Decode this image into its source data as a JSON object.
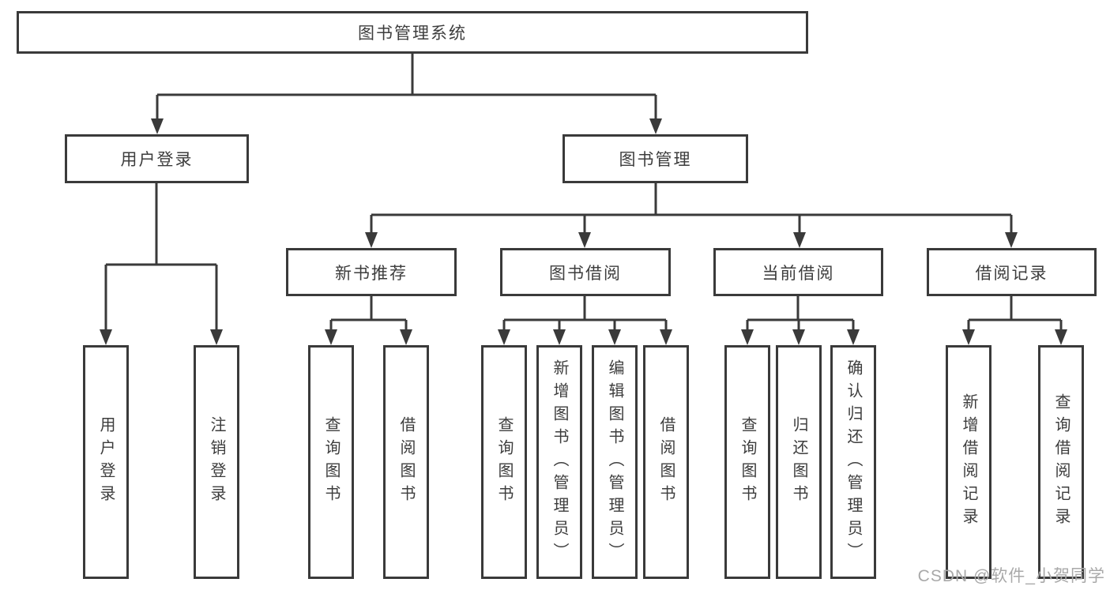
{
  "diagram": {
    "title": "图书管理系统",
    "nodes": {
      "root": "图书管理系统",
      "userLogin": "用户登录",
      "bookMgmt": "图书管理",
      "newBookRec": "新书推荐",
      "bookBorrow": "图书借阅",
      "currentBorrow": "当前借阅",
      "borrowRecords": "借阅记录",
      "leafUserLogin": "用户登录",
      "leafLogout": "注销登录",
      "leafQueryBooks1": "查询图书",
      "leafBorrowBooks1": "借阅图书",
      "leafQueryBooks2": "查询图书",
      "leafAddBooks": "新增图书（管理员）",
      "leafEditBooks": "编辑图书（管理员）",
      "leafBorrowBooks2": "借阅图书",
      "leafQueryBooks3": "查询图书",
      "leafReturnBooks": "归还图书",
      "leafConfirmReturn": "确认归还（管理员）",
      "leafAddBorrowRecord": "新增借阅记录",
      "leafQueryBorrowRecord": "查询借阅记录"
    },
    "hierarchy": {
      "图书管理系统": {
        "用户登录": [
          "用户登录",
          "注销登录"
        ],
        "图书管理": {
          "新书推荐": [
            "查询图书",
            "借阅图书"
          ],
          "图书借阅": [
            "查询图书",
            "新增图书（管理员）",
            "编辑图书（管理员）",
            "借阅图书"
          ],
          "当前借阅": [
            "查询图书",
            "归还图书",
            "确认归还（管理员）"
          ],
          "借阅记录": [
            "新增借阅记录",
            "查询借阅记录"
          ]
        }
      }
    }
  },
  "watermark": {
    "text": "CSDN @软件_小贺同学"
  },
  "colors": {
    "line": "#3a3a3a",
    "text": "#3d3d3d",
    "background": "#ffffff",
    "watermark": "#a9a9a9"
  }
}
